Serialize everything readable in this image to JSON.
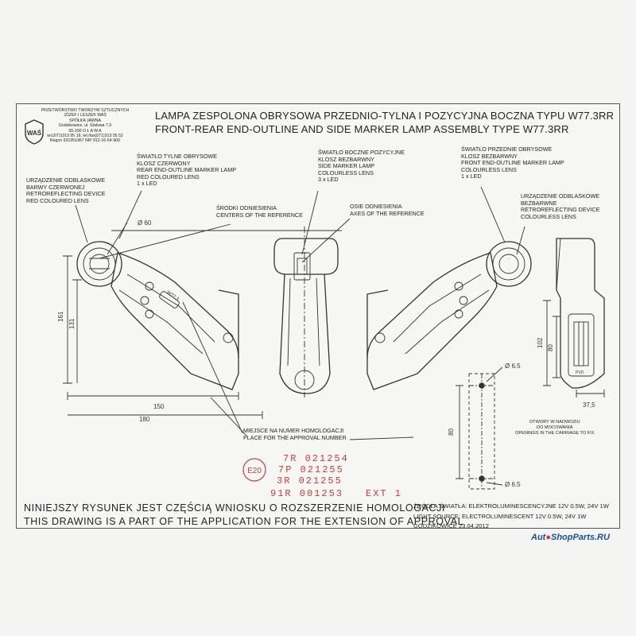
{
  "company": {
    "logo_text": "WAŚ",
    "lines": [
      "PRZETWÓRSTWO TWORZYW SZTUCZNYCH",
      "JÓZEF I LESZEK WAŚ",
      "SPÓŁKA JAWNA",
      "Godzikowice, ul. Stalowa 7,9",
      "55-200  O Ł A W A",
      "tel.(071)313 95 18, tel./fax(071)313 35 52",
      "Regon 931951967 NIP 912-16-54-900"
    ]
  },
  "title_pl": "LAMPA ZESPOLONA OBRYSOWA PRZEDNIO-TYLNA I POZYCYJNA BOCZNA TYPU W77.3RR",
  "title_en": "FRONT-REAR END-OUTLINE AND SIDE MARKER LAMP ASSEMBLY TYPE W77.3RR",
  "labels": {
    "rear_lamp": [
      "ŚWIATŁO TYLNE OBRYSOWE",
      "KLOSZ CZERWONY",
      "REAR END-OUTLINE MARKER LAMP",
      "RED COLOURED  LENS",
      "1 x LED"
    ],
    "side_lamp": [
      "ŚWIATŁO BOCZNE POZYCYJNE",
      "KLOSZ BEZBARWNY",
      "SIDE MARKER LAMP",
      "COLOURLESS LENS",
      "3 x LED"
    ],
    "front_lamp": [
      "ŚWIATŁO PRZEDNIE OBRYSOWE",
      "KLOSZ BEZBARWNY",
      "FRONT END-OUTLINE MARKER LAMP",
      "COLOURLESS LENS",
      "1 x LED"
    ],
    "reflector_red": [
      "URZĄDZENIE ODBLASKOWE",
      "BARWY CZERWONEJ",
      "RETROREFLECTING DEVICE",
      "RED COLOURED LENS"
    ],
    "reflector_clear": [
      "URZĄDZENIE ODBLASKOWE",
      "BEZBARWNE",
      "RETROREFLECTING DEVICE",
      "COLOURLESS LENS"
    ],
    "centers": [
      "ŚRODKI ODNIESIENIA",
      "CENTERS OF THE REFERENCE"
    ],
    "axes": [
      "OSIE ODNIESIENIA",
      "AXES OF THE REFERENCE"
    ],
    "approval_place": [
      "MIEJSCE NA NUMER HOMOLOGACJI",
      "PLACE FOR THE APPROVAL NUMBER"
    ],
    "holes": [
      "OTWORY W NADWOZIU",
      "DO MOCOWANIA",
      "OPENINGS IN THE CARRIAGE TO FIX"
    ]
  },
  "dimensions": {
    "d60": "Ø 60",
    "h161": "161",
    "h131": "131",
    "w150": "150",
    "w180": "180",
    "h102": "102",
    "h80": "80",
    "w37_5": "37,5",
    "d6_5_top": "Ø 6.5",
    "d6_5_bottom": "Ø 6.5",
    "h80_holes": "80",
    "arm_mark": "W77.3",
    "pvd_mark": "PVD"
  },
  "approval": {
    "emark": "E20",
    "codes": [
      "7R   021254",
      "7P   021255",
      "3R   021255",
      "91R   001253"
    ],
    "ext": "EXT 1"
  },
  "note_pl": "NINIEJSZY RYSUNEK JEST CZĘŚCIĄ WNIOSKU O  ROZSZERZENIE  HOMOLOGACJI",
  "note_en": "THIS DRAWING IS A PART OF THE APPLICATION FOR THE EXTENSION OF APPROVAL",
  "light_source_pl": "ŹRÓDŁA ŚWIATŁA: ELEKTROLUMINESCENCYJNE  12V  0.5W, 24V  1W",
  "light_source_en": "LIGHT SOURCE: ELECTROLUMINESCENT  12V  0.5W, 24V  1W",
  "place_date": "GODZIKOWICE 23.04.2012",
  "watermark": {
    "part1": "Aut",
    "part2": "ShopParts.RU"
  },
  "colors": {
    "line": "#333333",
    "red_stamp": "#d23b3b",
    "watermark": "#1b4f93",
    "watermark_accent": "#e0332c"
  }
}
